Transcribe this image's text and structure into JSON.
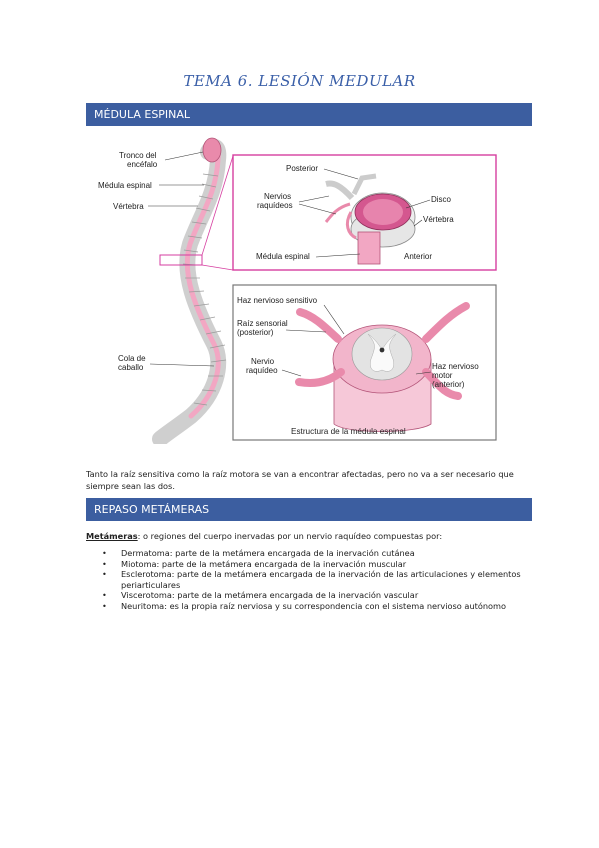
{
  "title": "TEMA 6. LESIÓN MEDULAR",
  "sections": {
    "s1": "MÉDULA ESPINAL",
    "s2": "REPASO METÁMERAS"
  },
  "figure": {
    "spine_labels": {
      "tronco": [
        "Tronco del",
        "encéfalo"
      ],
      "medula": "Médula espinal",
      "vertebra": "Vértebra",
      "cola": [
        "Cola de",
        "caballo"
      ]
    },
    "inset1": {
      "posterior": "Posterior",
      "nervios": [
        "Nervios",
        "raquídeos"
      ],
      "disco": "Disco",
      "vertebra": "Vértebra",
      "medula": "Médula espinal",
      "anterior": "Anterior"
    },
    "inset2": {
      "haz_sens": "Haz nervioso sensitivo",
      "raiz": [
        "Raíz sensorial",
        "(posterior)"
      ],
      "nervio": [
        "Nervio",
        "raquídeo"
      ],
      "haz_motor": [
        "Haz nervioso",
        "motor",
        "(anterior)"
      ],
      "caption": "Estructura de la médula espinal"
    }
  },
  "paragraph": "Tanto la raíz sensitiva como la raíz motora se van a encontrar afectadas, pero no va a ser necesario que siempre sean las dos.",
  "metameras": {
    "term": "Metámeras",
    "definition": ": o regiones del cuerpo inervadas por un nervio raquídeo compuestas por:",
    "items": [
      "Dermatoma: parte de la metámera encargada de la inervación cutánea",
      "Miotoma: parte de la metámera encargada de la inervación muscular",
      "Esclerotoma: parte de la metámera encargada de la inervación de las articulaciones y elementos periarticulares",
      "Viscerotoma: parte de la metámera encargada de la inervación vascular",
      "Neuritoma: es la propia raíz nerviosa y su correspondencia con el sistema nervioso autónomo"
    ]
  },
  "colors": {
    "accent": "#3c5ea0",
    "title": "#3a5fa8",
    "inset_border": "#d63ea0",
    "cord_pink": "#e98aab"
  }
}
